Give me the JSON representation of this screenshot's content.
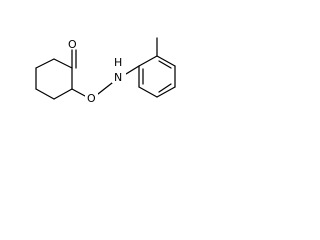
{
  "structure": {
    "atom_labels": {
      "carbonyl_oxygen": "O",
      "ether_oxygen": "O",
      "amine_nitrogen": "N",
      "amine_hydrogen": "H"
    }
  }
}
